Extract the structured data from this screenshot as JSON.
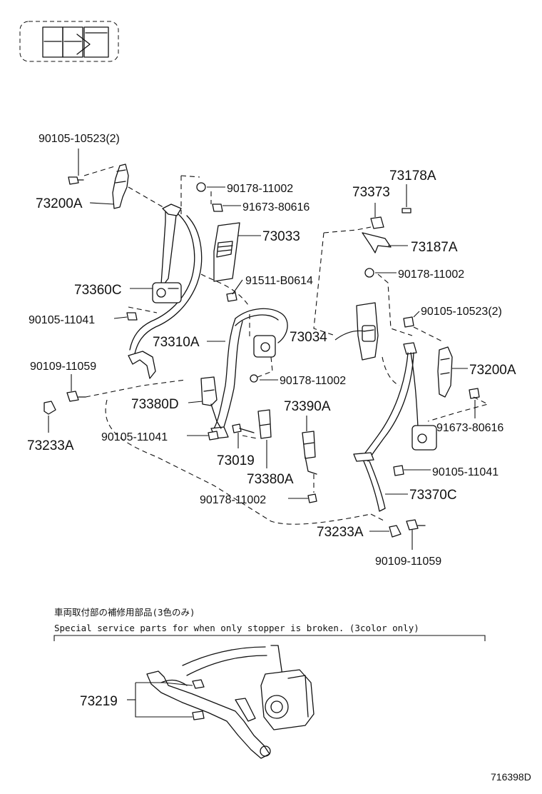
{
  "labels": {
    "p90105_10523_top": "90105-10523(2)",
    "p73200A_left": "73200A",
    "p90178_11002_a": "90178-11002",
    "p91673_80616_a": "91673-80616",
    "p73033": "73033",
    "p73360C": "73360C",
    "p91511_B0614": "91511-B0614",
    "p90105_11041_a": "90105-11041",
    "p73310A": "73310A",
    "p73034": "73034",
    "p90109_11059_a": "90109-11059",
    "p90178_11002_b": "90178-11002",
    "p73380D": "73380D",
    "p73390A": "73390A",
    "p73233A_left": "73233A",
    "p90105_11041_b": "90105-11041",
    "p73019": "73019",
    "p73380A": "73380A",
    "p90178_11002_c": "90178-11002",
    "p73370C": "73370C",
    "p73233A_right": "73233A",
    "p90109_11059_b": "90109-11059",
    "p73373": "73373",
    "p73178A": "73178A",
    "p73187A": "73187A",
    "p90178_11002_d": "90178-11002",
    "p90105_10523_right": "90105-10523(2)",
    "p73200A_right": "73200A",
    "p91673_80616_b": "91673-80616",
    "p90105_11041_c": "90105-11041",
    "p73219": "73219"
  },
  "note": {
    "japanese": "車両取付部の補修用部品(3色のみ)",
    "english": "Special service parts for when only stopper is broken. (3color only)"
  },
  "diagram_ref": "716398D",
  "icons": {
    "header": "vehicle-seat-row-icon"
  }
}
